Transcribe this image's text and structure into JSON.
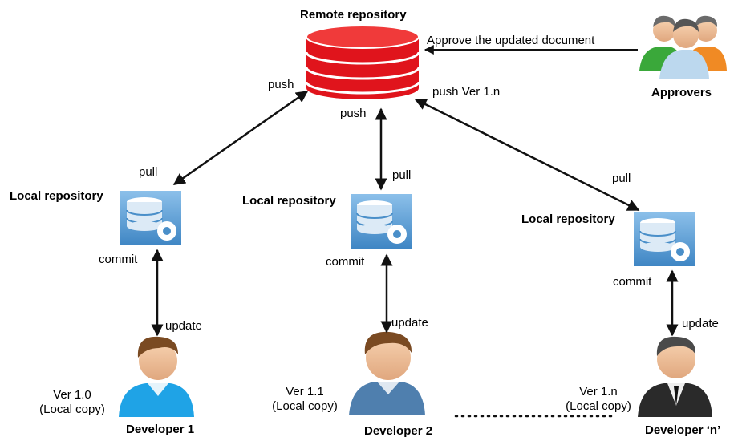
{
  "remote": {
    "title": "Remote repository"
  },
  "approvers": {
    "label": "Approvers",
    "action": "Approve the updated document"
  },
  "locals": [
    {
      "title": "Local repository",
      "pull": "pull",
      "commit": "commit"
    },
    {
      "title": "Local repository",
      "pull": "pull",
      "commit": "commit"
    },
    {
      "title": "Local repository",
      "pull": "pull",
      "commit": "commit"
    }
  ],
  "developers": [
    {
      "name": "Developer 1",
      "version": "Ver 1.0",
      "copy": "(Local copy)",
      "update": "update"
    },
    {
      "name": "Developer 2",
      "version": "Ver 1.1",
      "copy": "(Local copy)",
      "update": "update"
    },
    {
      "name": "Developer ‘n’",
      "version": "Ver 1.n",
      "copy": "(Local copy)",
      "update": "update"
    }
  ],
  "push_labels": {
    "left": "push",
    "center": "push",
    "right": "push Ver 1.n"
  },
  "colors": {
    "database_red": "#e0141c",
    "repo_blue": "#4a8fc9",
    "arrow": "#111111"
  },
  "icons": [
    "database-icon",
    "repository-gear-icon",
    "person-icon",
    "group-icon"
  ]
}
